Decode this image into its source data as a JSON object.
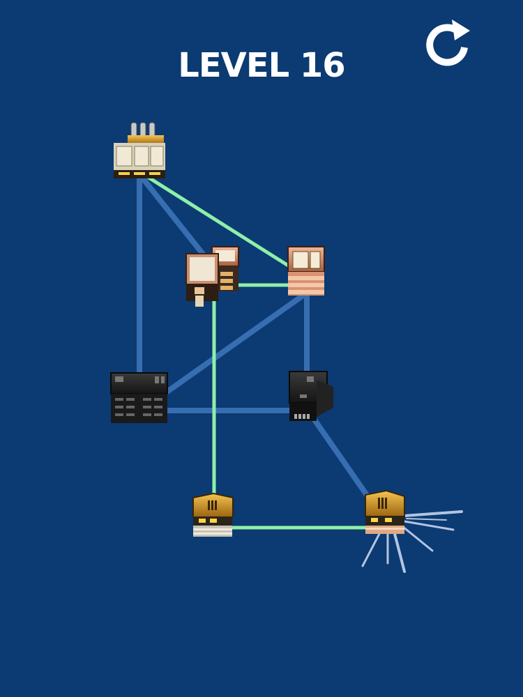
{
  "title": "LEVEL 16",
  "icons": {
    "restart": "restart-icon"
  },
  "colors": {
    "background": "#0c3a72",
    "wire_off": "#3f78bd",
    "wire_on": "#8ef0a8",
    "spark": "#dbe8ff"
  },
  "buildings": [
    {
      "id": "power-plant",
      "type": "factory",
      "lit": true
    },
    {
      "id": "shop-a",
      "type": "shop",
      "lit": false
    },
    {
      "id": "house-a",
      "type": "house",
      "lit": true
    },
    {
      "id": "office-a",
      "type": "office",
      "lit": false
    },
    {
      "id": "building-a",
      "type": "building",
      "lit": false
    },
    {
      "id": "cabin-a",
      "type": "cabin",
      "lit": true
    },
    {
      "id": "cabin-b",
      "type": "cabin",
      "lit": true
    }
  ],
  "connections": [
    {
      "from": "power-plant",
      "to": "house-a",
      "powered": true
    },
    {
      "from": "power-plant",
      "to": "shop-a",
      "powered": false
    },
    {
      "from": "power-plant",
      "to": "office-a",
      "powered": false
    },
    {
      "from": "shop-a",
      "to": "house-a",
      "powered": true
    },
    {
      "from": "shop-a",
      "to": "cabin-a",
      "powered": true
    },
    {
      "from": "house-a",
      "to": "office-a",
      "powered": false
    },
    {
      "from": "house-a",
      "to": "building-a",
      "powered": false
    },
    {
      "from": "office-a",
      "to": "building-a",
      "powered": false
    },
    {
      "from": "building-a",
      "to": "cabin-b",
      "powered": false
    },
    {
      "from": "cabin-a",
      "to": "cabin-b",
      "powered": true
    }
  ]
}
